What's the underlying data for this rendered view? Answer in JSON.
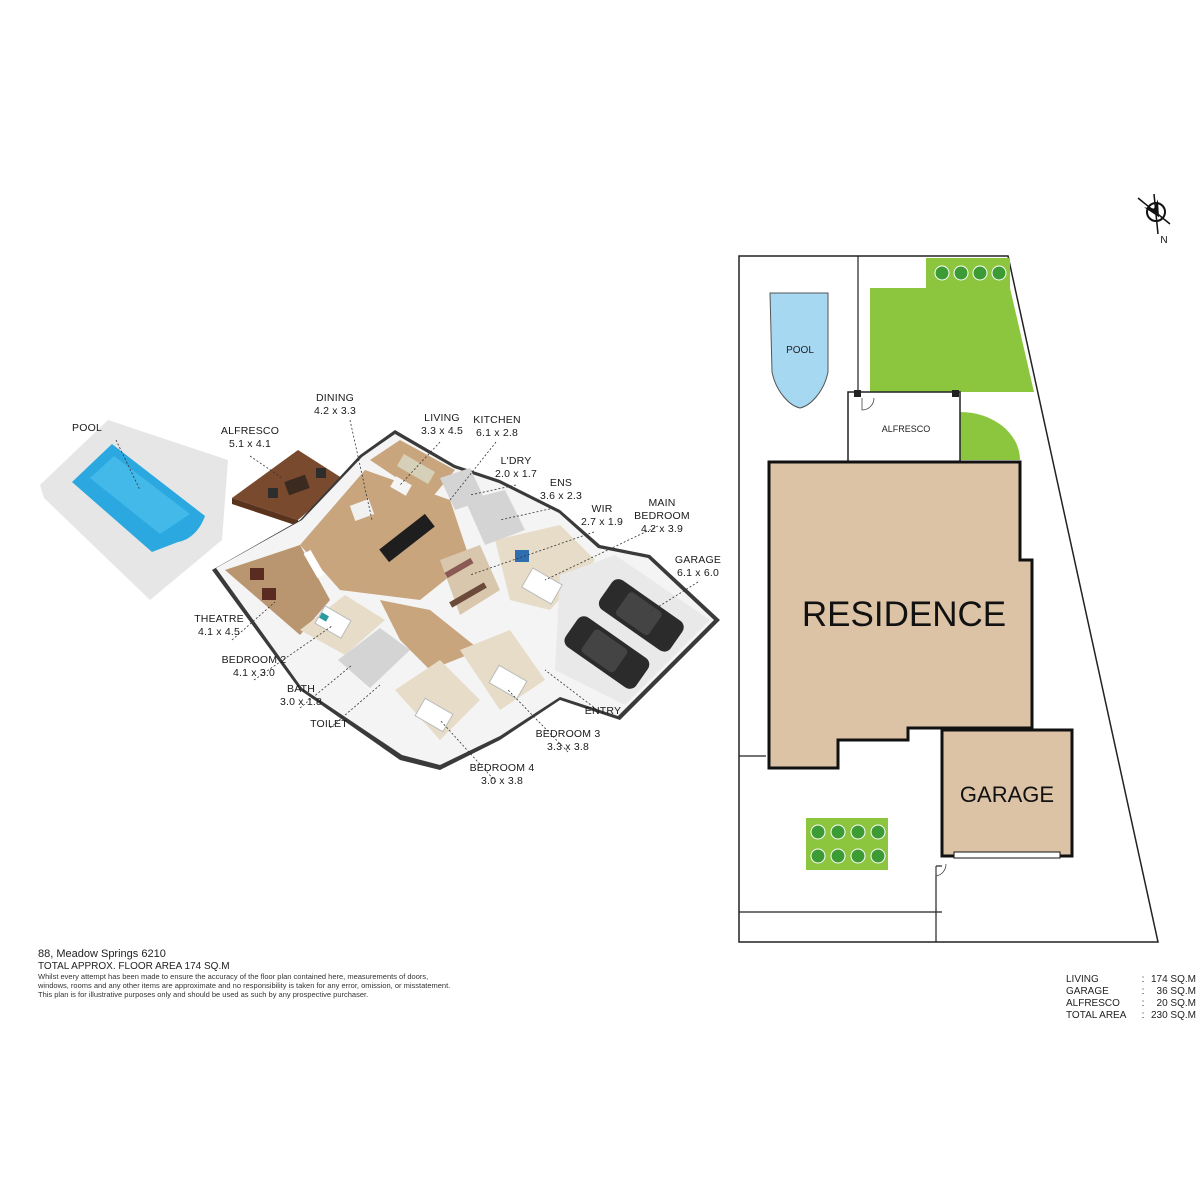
{
  "address": "88, Meadow Springs 6210",
  "total_floor_area": "TOTAL APPROX. FLOOR AREA 174 SQ.M",
  "disclaimer": [
    "Whilst every attempt has been made to ensure the accuracy of the floor plan contained here, measurements of doors,",
    "windows, rooms and any other items are approximate and no responsibility is taken for any error, omission, or misstatement.",
    "This plan is for illustrative purposes only and should be used as such by any prospective purchaser."
  ],
  "rooms": {
    "pool": {
      "name": "POOL",
      "dims": ""
    },
    "alfresco": {
      "name": "ALFRESCO",
      "dims": "5.1 x 4.1"
    },
    "dining": {
      "name": "DINING",
      "dims": "4.2 x 3.3"
    },
    "living": {
      "name": "LIVING",
      "dims": "3.3 x 4.5"
    },
    "kitchen": {
      "name": "KITCHEN",
      "dims": "6.1 x 2.8"
    },
    "laundry": {
      "name": "L'DRY",
      "dims": "2.0 x 1.7"
    },
    "ensuite": {
      "name": "ENS",
      "dims": "3.6 x 2.3"
    },
    "wir": {
      "name": "WIR",
      "dims": "2.7 x 1.9"
    },
    "main_bedroom": {
      "name1": "MAIN",
      "name2": "BEDROOM",
      "dims": "4.2 x 3.9"
    },
    "garage": {
      "name": "GARAGE",
      "dims": "6.1 x 6.0"
    },
    "theatre": {
      "name": "THEATRE",
      "dims": "4.1 x 4.5"
    },
    "bedroom2": {
      "name": "BEDROOM 2",
      "dims": "4.1 x 3.0"
    },
    "bath": {
      "name": "BATH",
      "dims": "3.0 x 1.8"
    },
    "toilet": {
      "name": "TOILET",
      "dims": ""
    },
    "entry": {
      "name": "ENTRY",
      "dims": ""
    },
    "bedroom3": {
      "name": "BEDROOM 3",
      "dims": "3.3 x 3.8"
    },
    "bedroom4": {
      "name": "BEDROOM 4",
      "dims": "3.0 x 3.8"
    }
  },
  "site_plan": {
    "pool": "POOL",
    "alfresco": "ALFRESCO",
    "residence": "RESIDENCE",
    "garage": "GARAGE",
    "north": "N"
  },
  "area_summary": [
    {
      "name": "LIVING",
      "sep": ":",
      "value": "174 SQ.M"
    },
    {
      "name": "GARAGE",
      "sep": ":",
      "value": "36 SQ.M"
    },
    {
      "name": "ALFRESCO",
      "sep": ":",
      "value": "20 SQ.M"
    },
    {
      "name": "TOTAL AREA",
      "sep": ":",
      "value": "230 SQ.M"
    }
  ],
  "colors": {
    "residence": "#dcc3a6",
    "garage": "#dcc3a6",
    "lawn": "#8cc63f",
    "pool_water": "#2aa8df",
    "pool_site": "#a6d8f2",
    "deck": "#7a4a2e",
    "floor_wood": "#c9a57e",
    "carpet": "#e7dcc8",
    "tile": "#d4d4d4",
    "wall": "#3a3a3a"
  }
}
